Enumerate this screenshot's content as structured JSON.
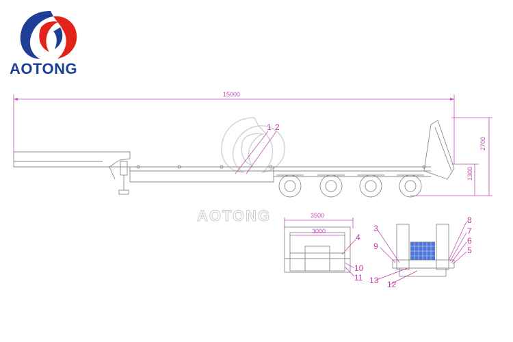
{
  "brand": {
    "name": "AOTONG",
    "colors": {
      "red": "#e2231a",
      "blue": "#1d3f96"
    }
  },
  "watermark": {
    "text": "AOTONG"
  },
  "dimensions": {
    "overall_length": "15000",
    "rear_height": "2700",
    "deck_height": "1300",
    "outer_width": "3500",
    "inner_width": "3000"
  },
  "callouts": {
    "side_1": "1",
    "side_2": "2",
    "front_4": "4",
    "front_10": "10",
    "front_11": "11",
    "rear_3": "3",
    "rear_9": "9",
    "rear_13": "13",
    "rear_12": "12",
    "rear_8": "8",
    "rear_7": "7",
    "rear_6": "6",
    "rear_5": "5"
  },
  "colors": {
    "line": "#8a8a8a",
    "dimension": "#c048b8",
    "ramp_fill": "#2f5fd0"
  }
}
